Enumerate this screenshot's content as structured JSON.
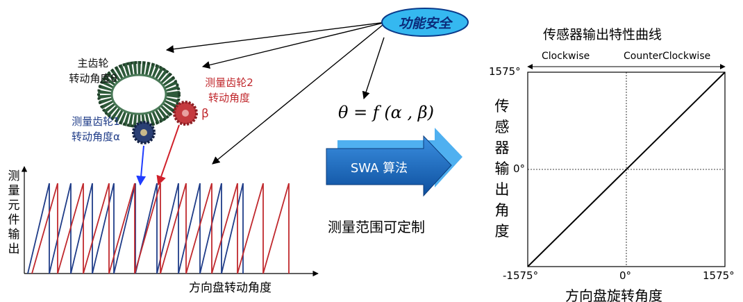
{
  "functional_safety": {
    "label": "功能安全",
    "bubble_color": "#35b8f0"
  },
  "gears": {
    "main": {
      "line1": "主齿轮",
      "line2": "转动角度θ",
      "color": "#2e5a3a"
    },
    "gear2": {
      "line1": "测量齿轮2",
      "line2": "转动角度",
      "symbol": "β",
      "color": "#c0282d"
    },
    "gear1": {
      "line1": "测量齿轮1",
      "line2": "转动角度α",
      "color": "#1f3c88"
    }
  },
  "formula": {
    "text": "θ = f (α , β)"
  },
  "swa": {
    "label": "SWA 算法",
    "arrow_color": "#1a73c8"
  },
  "custom_range": "测量范围可定制",
  "left_chart": {
    "ylabel": "测量元件输出",
    "xlabel": "方向盘转动角度",
    "series": [
      {
        "color": "#1f3c88"
      },
      {
        "color": "#c0282d"
      }
    ]
  },
  "chart_data": {
    "type": "line",
    "title": "传感器输出特性曲线",
    "direction_left": "Clockwise",
    "direction_right": "CounterClockwise",
    "xlabel": "方向盘旋转角度",
    "ylabel": "传感器输出角度",
    "x_ticks": [
      "-1575°",
      "0°",
      "1575°"
    ],
    "y_ticks": [
      "1575°",
      "0°"
    ],
    "xlim": [
      -1575,
      1575
    ],
    "ylim": [
      -1575,
      1575
    ],
    "series": [
      {
        "x": [
          -1575,
          1575
        ],
        "y": [
          -1575,
          1575
        ]
      }
    ]
  }
}
